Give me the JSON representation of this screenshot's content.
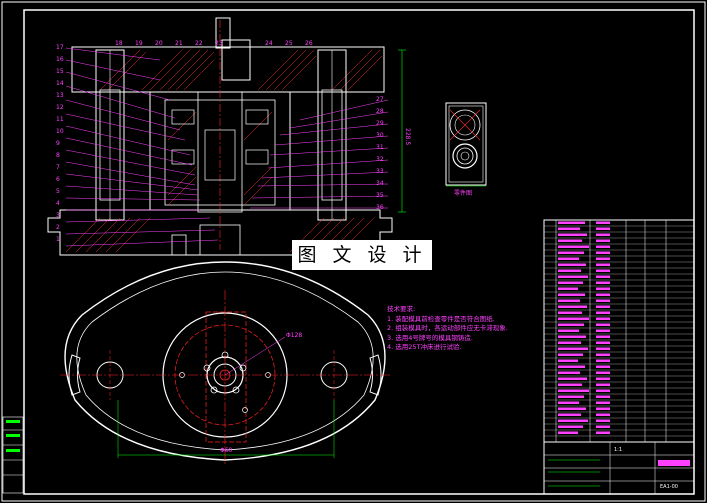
{
  "watermark": "图 文 设 计",
  "tech_requirements": {
    "title": "技术要求:",
    "items": [
      "1. 装配模具前检查零件是否符合图纸.",
      "2. 组装模具时，各运动部件应无卡滞现象.",
      "3. 选用4号牌号的模具钢铸造.",
      "4. 选用25T冲床进行试验."
    ]
  },
  "part_labels": {
    "left": [
      "17",
      "16",
      "15",
      "14",
      "13",
      "12",
      "11",
      "10",
      "9",
      "8",
      "7",
      "6",
      "5",
      "4",
      "3",
      "2",
      "1"
    ],
    "top": [
      "18",
      "19",
      "20",
      "21",
      "22",
      "23",
      "24",
      "25",
      "26"
    ],
    "right": [
      "27",
      "28",
      "29",
      "30",
      "31",
      "32",
      "33",
      "34",
      "35",
      "36"
    ]
  },
  "dimensions": {
    "height": "228.5",
    "diameter": "Φ128",
    "width": "Φ60"
  },
  "workpiece_label": "零件图",
  "title_block": {
    "scale": "1:1",
    "drawing_no": "EA1-00"
  },
  "colors": {
    "frame": "#ffffff",
    "dims": "#ff40ff",
    "center": "#ff2020",
    "dashed": "#ff2020",
    "hatch": "#ff3030"
  }
}
